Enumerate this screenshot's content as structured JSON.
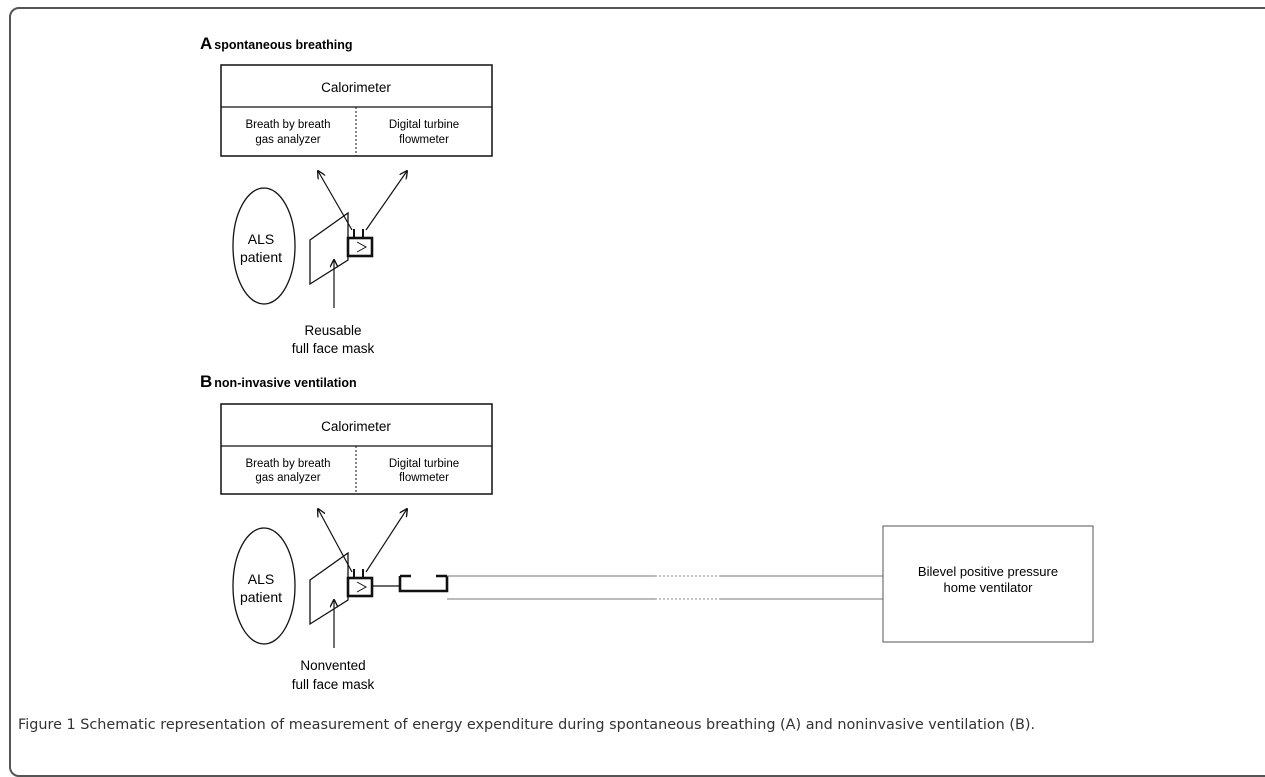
{
  "panel_a": {
    "letter": "A",
    "title": "spontaneous breathing",
    "calorimeter_title": "Calorimeter",
    "left_cell": [
      "Breath by breath",
      "gas analyzer"
    ],
    "right_cell": [
      "Digital turbine",
      "flowmeter"
    ],
    "patient": [
      "ALS",
      "patient"
    ],
    "mask": [
      "Reusable",
      "full face mask"
    ]
  },
  "panel_b": {
    "letter": "B",
    "title": "non-invasive ventilation",
    "calorimeter_title": "Calorimeter",
    "left_cell": [
      "Breath by breath",
      "gas analyzer"
    ],
    "right_cell": [
      "Digital turbine",
      "flowmeter"
    ],
    "patient": [
      "ALS",
      "patient"
    ],
    "mask": [
      "Nonvented",
      "full face mask"
    ],
    "ventilator": [
      "Bilevel positive pressure",
      "home ventilator"
    ]
  },
  "caption": "Figure 1 Schematic representation of measurement of energy expenditure during spontaneous breathing (A) and noninvasive ventilation (B)."
}
